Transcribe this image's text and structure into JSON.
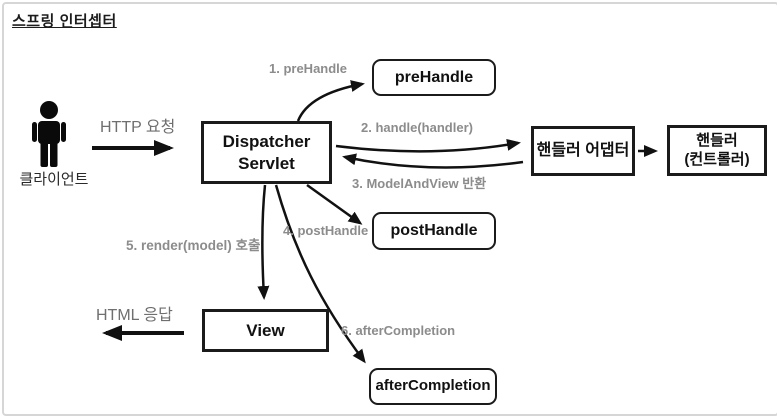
{
  "title": "스프링 인터셉터",
  "client": {
    "label": "클라이언트"
  },
  "nodes": {
    "dispatcher": {
      "line1": "Dispatcher",
      "line2": "Servlet"
    },
    "pre_handle": {
      "label": "preHandle"
    },
    "handler_adapter": {
      "label": "핸들러 어댑터"
    },
    "handler": {
      "line1": "핸들러",
      "line2": "(컨트롤러)"
    },
    "post_handle": {
      "label": "postHandle"
    },
    "view": {
      "label": "View"
    },
    "after_completion": {
      "label": "afterCompletion"
    }
  },
  "flow_labels": {
    "http_request": "HTTP 요청",
    "step1": "1. preHandle",
    "step2": "2. handle(handler)",
    "step3": "3. ModelAndView 반환",
    "step4": "4. postHandle",
    "step5": "5. render(model) 호출",
    "step6": "6. afterCompletion",
    "html_response": "HTML 응답"
  },
  "colors": {
    "box_border": "#1b1b1b",
    "arrow": "#111111",
    "step_label_gray": "#8c8c8c",
    "io_label_gray": "#6f6f6f",
    "canvas_border": "#d6d6d6"
  }
}
